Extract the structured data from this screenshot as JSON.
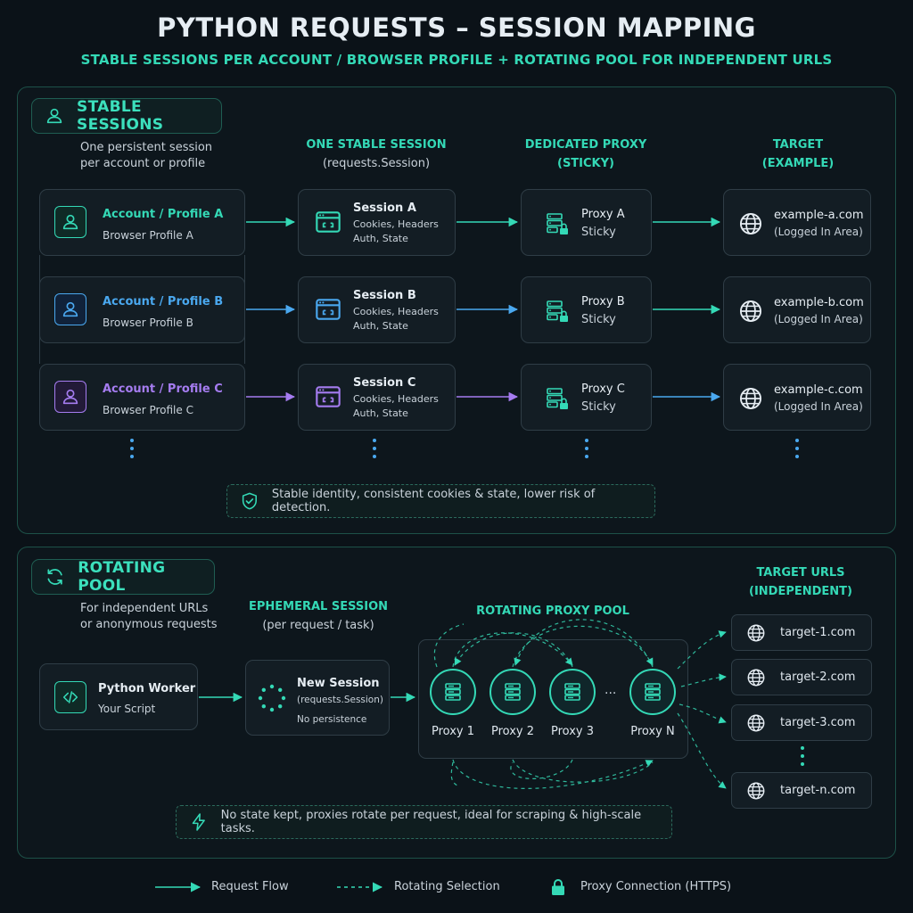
{
  "title": "PYTHON REQUESTS – SESSION MAPPING",
  "subtitle": "STABLE SESSIONS PER ACCOUNT / BROWSER PROFILE + ROTATING POOL FOR INDEPENDENT URLS",
  "colors": {
    "accent": "#34d9b6",
    "blue": "#4aa8ef",
    "purple": "#a57cf0",
    "bg": "#0b1218"
  },
  "stable": {
    "header": "STABLE SESSIONS",
    "desc_line1": "One persistent session",
    "desc_line2": "per account or profile",
    "col_session_1": "ONE STABLE SESSION",
    "col_session_2": "(requests.Session)",
    "col_proxy_1": "DEDICATED PROXY",
    "col_proxy_2": "(STICKY)",
    "col_target_1": "TARGET",
    "col_target_2": "(EXAMPLE)",
    "rows": [
      {
        "account": "Account / Profile A",
        "profile": "Browser Profile A",
        "session": "Session A",
        "session_l1": "Cookies, Headers",
        "session_l2": "Auth, State",
        "proxy": "Proxy A",
        "proxy_sub": "Sticky",
        "target": "example-a.com",
        "target_sub": "(Logged In Area)",
        "color": "#34d9b6"
      },
      {
        "account": "Account / Profile B",
        "profile": "Browser Profile B",
        "session": "Session B",
        "session_l1": "Cookies, Headers",
        "session_l2": "Auth, State",
        "proxy": "Proxy B",
        "proxy_sub": "Sticky",
        "target": "example-b.com",
        "target_sub": "(Logged In Area)",
        "color": "#4aa8ef"
      },
      {
        "account": "Account / Profile C",
        "profile": "Browser Profile C",
        "session": "Session C",
        "session_l1": "Cookies, Headers",
        "session_l2": "Auth, State",
        "proxy": "Proxy C",
        "proxy_sub": "Sticky",
        "target": "example-c.com",
        "target_sub": "(Logged In Area)",
        "color": "#a57cf0"
      }
    ],
    "note": "Stable identity, consistent cookies & state, lower risk of detection."
  },
  "rotating": {
    "header": "ROTATING POOL",
    "desc_line1": "For independent URLs",
    "desc_line2": "or anonymous requests",
    "col_session_1": "EPHEMERAL SESSION",
    "col_session_2": "(per request / task)",
    "pool_title": "ROTATING PROXY POOL",
    "targets_title_1": "TARGET URLS",
    "targets_title_2": "(INDEPENDENT)",
    "worker": "Python Worker",
    "worker_sub": "Your Script",
    "new_session": "New Session",
    "new_session_l1": "(requests.Session)",
    "new_session_l2": "No persistence",
    "proxies": [
      "Proxy 1",
      "Proxy 2",
      "Proxy 3",
      "Proxy N"
    ],
    "ellipsis": "···",
    "targets": [
      "target-1.com",
      "target-2.com",
      "target-3.com",
      "target-n.com"
    ],
    "note": "No state kept, proxies rotate per request, ideal for scraping & high-scale tasks."
  },
  "legend": {
    "request_flow": "Request Flow",
    "rotating_selection": "Rotating Selection",
    "proxy_connection": "Proxy Connection (HTTPS)"
  }
}
